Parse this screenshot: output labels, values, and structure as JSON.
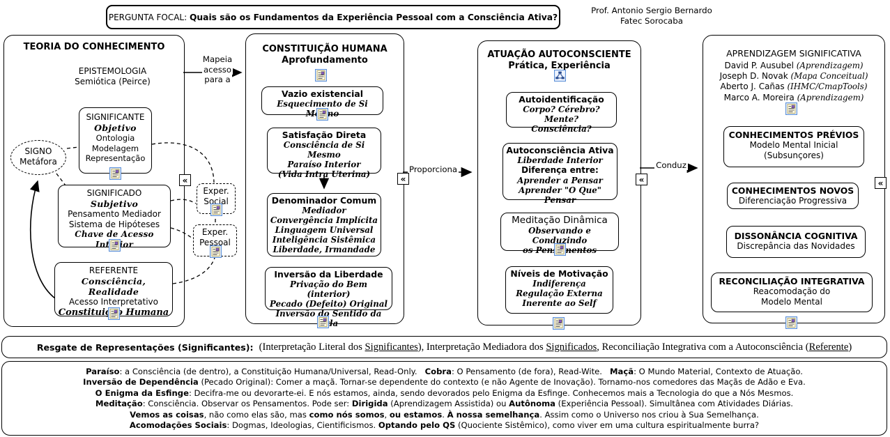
{
  "icons": {
    "expand_glyph": "«"
  },
  "header": {
    "focal_prefix": "PERGUNTA FOCAL: ",
    "focal_question": "Quais são os Fundamentos da Experiência Pessoal com a Consciência Ativa?",
    "author_line1": "Prof. Antonio Sergio Bernardo",
    "author_line2": "Fatec Sorocaba"
  },
  "connectors": {
    "mapeia": [
      "Mapeia",
      "acesso",
      "para a"
    ],
    "proporciona": "Proporciona",
    "conduz": "Conduz",
    "exper_social": [
      "Exper.",
      "Social"
    ],
    "exper_pessoal": [
      "Exper.",
      "Pessoal"
    ]
  },
  "col1": {
    "title": "TEORIA DO CONHECIMENTO",
    "subtitle1": "EPISTEMOLOGIA",
    "subtitle2": "Semiótica (Peirce)",
    "signo": {
      "line1": "SIGNO",
      "line2": "Metáfora"
    },
    "significante": {
      "title": "SIGNIFICANTE",
      "script": "Objetivo",
      "lines": [
        "Ontologia",
        "Modelagem",
        "Representação"
      ]
    },
    "significado": {
      "title": "SIGNIFICADO",
      "script": "Subjetivo",
      "lines": [
        "Pensamento Mediador",
        "Sistema de Hipóteses"
      ],
      "script2": "Chave de Acesso Interior"
    },
    "referente": {
      "title": "REFERENTE",
      "script": "Consciência, Realidade",
      "line": "Acesso Interpretativo",
      "script2": "Constituição Humana"
    }
  },
  "col2": {
    "title": "CONSTITUIÇÃO HUMANA",
    "subtitle": "Aprofundamento",
    "vazio": {
      "title": "Vazio existencial",
      "lines": [
        "Esquecimento de Si Mesmo"
      ]
    },
    "satisfacao": {
      "title": "Satisfação Direta",
      "lines": [
        "Consciência de Si Mesmo",
        "Paraíso Interior",
        "(Vida Intra Uterina)"
      ]
    },
    "denominador": {
      "title": "Denominador Comum",
      "lines": [
        "Mediador",
        "Convergência Implícita",
        "Linguagem Universal",
        "Inteligência Sistêmica",
        "Liberdade, Irmandade"
      ]
    },
    "inversao": {
      "title": "Inversão da Liberdade",
      "lines": [
        "Privação do Bem (interior)",
        "Pecado (Defeito) Original",
        "Inversão do Sentido da vida"
      ]
    }
  },
  "col3": {
    "title": "ATUAÇÃO AUTOCONSCIENTE",
    "subtitle": "Prática, Experiência",
    "autoident": {
      "title": "Autoidentificação",
      "lines": [
        "Corpo? Cérebro? Mente?",
        "Consciência?"
      ]
    },
    "autoconsc": {
      "title": "Autoconsciência Ativa",
      "line1": "Liberdade Interior",
      "bold2": "Diferença entre:",
      "lines": [
        "Aprender a Pensar",
        "Aprender \"O Que\" Pensar"
      ]
    },
    "meditacao": {
      "title": "Meditação Dinâmica",
      "lines": [
        "Observando e Conduzindo",
        "os Pensamentos"
      ]
    },
    "niveis": {
      "title": "Níveis de Motivação",
      "lines": [
        "Indiferença",
        "Regulação Externa",
        "Inerente ao Self"
      ]
    }
  },
  "col4": {
    "title": "APRENDIZAGEM SIGNIFICATIVA",
    "authors": [
      {
        "name": "David P. Ausubel ",
        "note": "(Aprendizagem)"
      },
      {
        "name": "Joseph D. Novak ",
        "note": "(Mapa Conceitual)"
      },
      {
        "name": "Aberto J. Cañas ",
        "note": "(IHMC/CmapTools)"
      },
      {
        "name": "Marco A. Moreira ",
        "note": "(Aprendizagem)"
      }
    ],
    "previos": {
      "title": "CONHECIMENTOS PRÉVIOS",
      "lines": [
        "Modelo Mental Inicial",
        "(Subsunçores)"
      ]
    },
    "novos": {
      "title": "CONHECIMENTOS NOVOS",
      "lines": [
        "Diferenciação Progressiva"
      ]
    },
    "dissonancia": {
      "title": "DISSONÂNCIA COGNITIVA",
      "lines": [
        "Discrepância das Novidades"
      ]
    },
    "reconciliacao": {
      "title": "RECONCILIAÇÃO INTEGRATIVA",
      "lines": [
        "Reacomodação do",
        "Modelo Mental"
      ]
    }
  },
  "resgate": {
    "bold": "Resgate de Representações (Significantes): ",
    "segments": [
      [
        "n",
        " (Interpretação Literal dos "
      ],
      [
        "u",
        "Significantes"
      ],
      [
        "n",
        "), Interpretação Mediadora dos "
      ],
      [
        "u",
        "Significados"
      ],
      [
        "n",
        ", Reconciliação Integrativa com a Autoconsciência ("
      ],
      [
        "u",
        "Referente"
      ],
      [
        "n",
        ")"
      ]
    ]
  },
  "notes": {
    "lines": [
      [
        [
          "b",
          "Paraíso"
        ],
        [
          "n",
          ": a Consciência (de dentro), a Constituição Humana/Universal, Read-Only.   "
        ],
        [
          "b",
          "Cobra"
        ],
        [
          "n",
          ": O Pensamento (de fora), Read-Wite.   "
        ],
        [
          "b",
          "Maçã"
        ],
        [
          "n",
          ": O Mundo Material, Contexto de Atuação."
        ]
      ],
      [
        [
          "b",
          "Inversão de Dependência"
        ],
        [
          "n",
          " (Pecado Original): Comer a maçã. Tornar-se dependente do contexto (e não Agente de Inovação). Tornamo-nos comedores das Maçãs de Adão e Eva."
        ]
      ],
      [
        [
          "b",
          "O Enigma da Esfinge"
        ],
        [
          "n",
          ": Decifra-me ou devorarte-ei. E nós estamos, ainda, sendo devorados pelo Enigma da Esfinge. Conhecemos mais a Tecnologia do que a Nós Mesmos."
        ]
      ],
      [
        [
          "b",
          "Meditação"
        ],
        [
          "n",
          ": Consciência. Observar os Pensamentos. Pode ser: "
        ],
        [
          "b",
          "Dirigida"
        ],
        [
          "n",
          " (Aprendizagem Assistida) ou "
        ],
        [
          "b",
          "Autônoma"
        ],
        [
          "n",
          " (Experiência Pessoal). Simultânea com Atividades Diárias."
        ]
      ],
      [
        [
          "b",
          "Vemos as coisas"
        ],
        [
          "n",
          ", não como elas são, mas "
        ],
        [
          "b",
          "como nós somos"
        ],
        [
          "n",
          ", "
        ],
        [
          "b",
          "ou estamos"
        ],
        [
          "n",
          ". "
        ],
        [
          "b",
          "À nossa semelhança"
        ],
        [
          "n",
          ". Assim como o Universo nos criou à Sua Semelhança."
        ]
      ],
      [
        [
          "b",
          "Acomodações Sociais"
        ],
        [
          "n",
          ": Dogmas, Ideologias, Cientificismos. "
        ],
        [
          "b",
          "Optando pelo QS"
        ],
        [
          "n",
          " (Quociente Sistêmico), como viver em uma cultura espiritualmente burra?"
        ]
      ]
    ]
  }
}
